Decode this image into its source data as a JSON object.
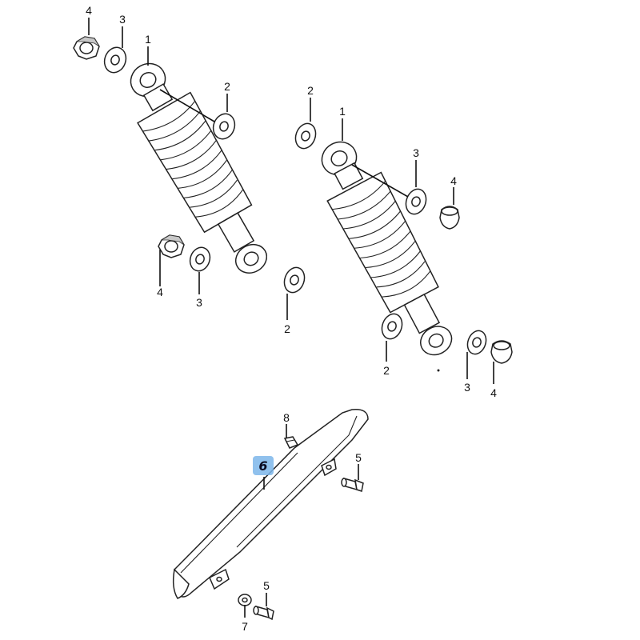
{
  "callouts": [
    {
      "id": "shock-absorber-left",
      "label": "1"
    },
    {
      "id": "shock-absorber-right",
      "label": "1"
    },
    {
      "id": "washer-2-a",
      "label": "2"
    },
    {
      "id": "washer-2-b",
      "label": "2"
    },
    {
      "id": "washer-2-c",
      "label": "2"
    },
    {
      "id": "washer-2-d",
      "label": "2"
    },
    {
      "id": "washer-3-a",
      "label": "3"
    },
    {
      "id": "washer-3-b",
      "label": "3"
    },
    {
      "id": "washer-3-c",
      "label": "3"
    },
    {
      "id": "washer-3-d",
      "label": "3"
    },
    {
      "id": "nut-4-a",
      "label": "4"
    },
    {
      "id": "nut-4-b",
      "label": "4"
    },
    {
      "id": "nut-4-c",
      "label": "4"
    },
    {
      "id": "nut-4-d",
      "label": "4"
    },
    {
      "id": "bolt-5-a",
      "label": "5"
    },
    {
      "id": "bolt-5-b",
      "label": "5"
    },
    {
      "id": "chain-guard",
      "label": "6"
    },
    {
      "id": "washer-7",
      "label": "7"
    },
    {
      "id": "clip-nut-8",
      "label": "8"
    }
  ],
  "highlight": {
    "label": "6",
    "color": "#7db6ea"
  }
}
